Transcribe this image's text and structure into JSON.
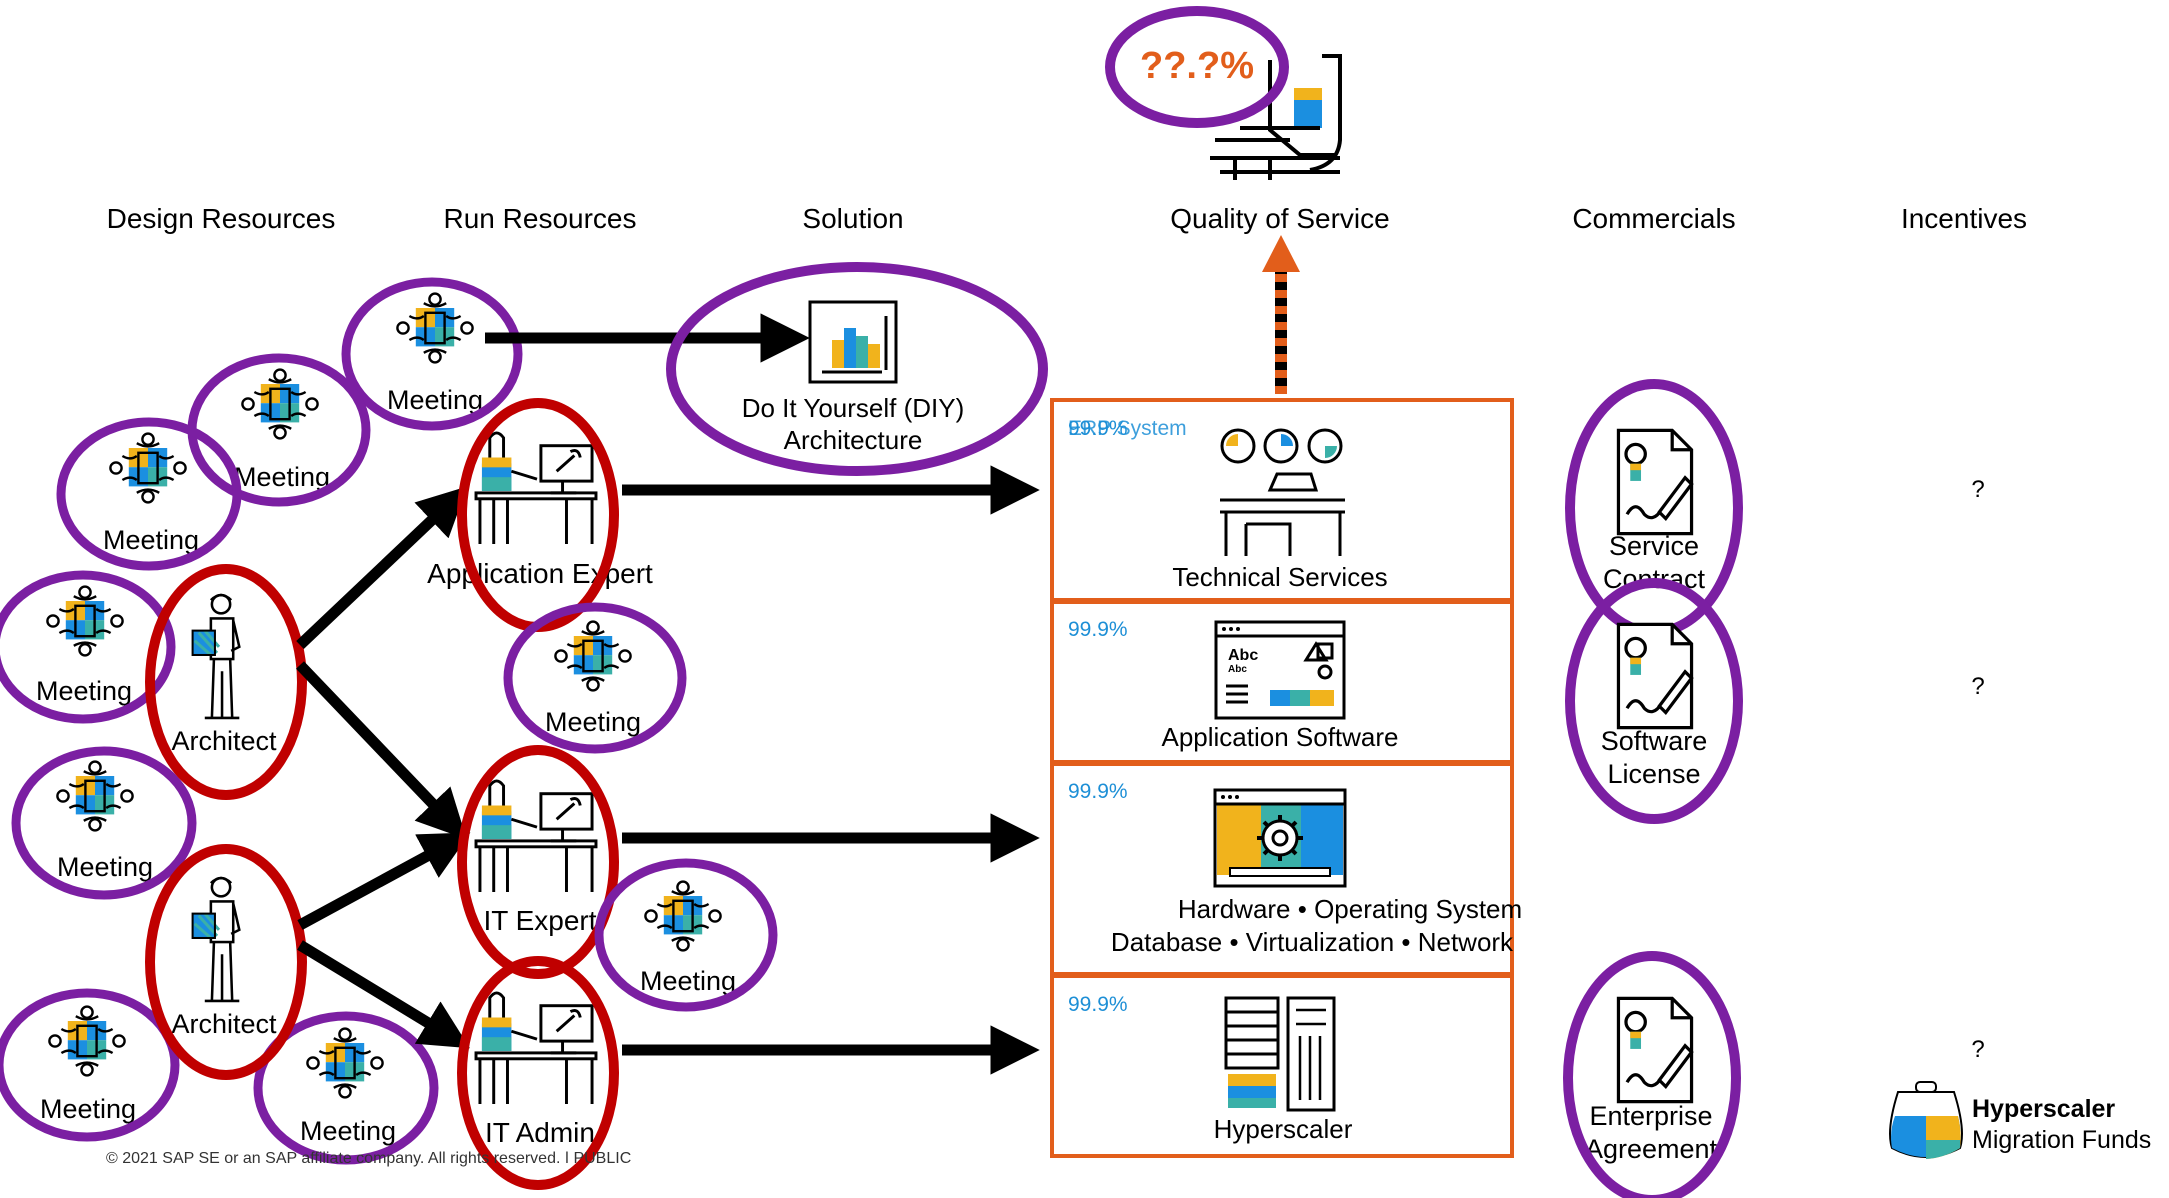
{
  "colors": {
    "purple": "#7b1fa2",
    "red": "#c00000",
    "orange": "#e25e1b",
    "blue": "#1d8fd6",
    "qos_number": "#e25e1b",
    "icon_blue": "#1b8fe0",
    "icon_yellow": "#f1b31c",
    "icon_teal": "#3ab0a8"
  },
  "headers": {
    "design": "Design Resources",
    "run": "Run Resources",
    "solution": "Solution",
    "qos": "Quality of Service",
    "commercials": "Commercials",
    "incentives": "Incentives"
  },
  "qos_percent": "??.?%",
  "meeting_label": "Meeting",
  "architect_label": "Architect",
  "diy": {
    "line1": "Do It Yourself (DIY)",
    "line2": "Architecture"
  },
  "run_roles": {
    "app_expert": "Application Expert",
    "it_expert": "IT Expert",
    "it_admin": "IT Admin"
  },
  "stack": {
    "technical": {
      "pct_overlap": "99.9%",
      "erp": "ERP System",
      "title": "Technical Services"
    },
    "application": {
      "pct": "99.9%",
      "title": "Application Software"
    },
    "hardware": {
      "pct": "99.9%",
      "line1": "Hardware • Operating System",
      "line2": "Database • Virtualization • Network"
    },
    "hyperscaler": {
      "pct": "99.9%",
      "title": "Hyperscaler"
    }
  },
  "commercials": {
    "service": {
      "line1": "Service",
      "line2": "Contract"
    },
    "software": {
      "line1": "Software",
      "line2": "License"
    },
    "enterprise": {
      "line1": "Enterprise",
      "line2": "Agreement"
    }
  },
  "incentives": [
    "?",
    "?",
    "?"
  ],
  "brand": {
    "line1": "Hyperscaler",
    "line2": "Migration Funds"
  },
  "footer": "© 2021 SAP SE or an SAP affiliate company. All rights reserved.  ǀ  PUBLIC"
}
